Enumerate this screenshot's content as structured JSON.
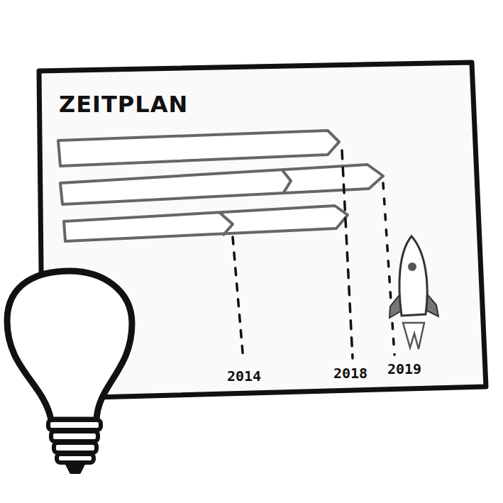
{
  "diagram": {
    "title": "ZEITPLAN",
    "labels": [
      "2014",
      "2018",
      "2019"
    ]
  }
}
